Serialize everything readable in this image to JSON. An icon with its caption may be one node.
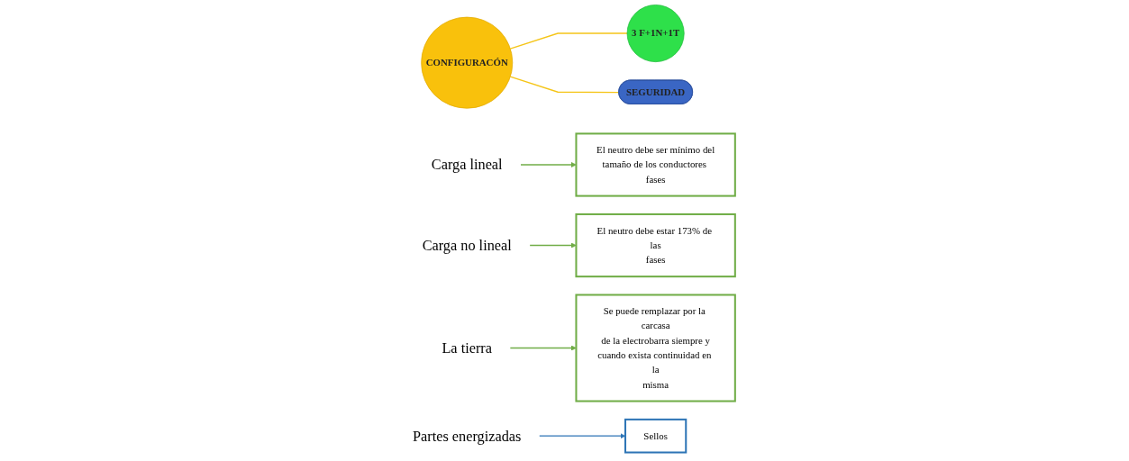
{
  "diagram": {
    "nodes": [
      {
        "text": [
          "CONFIGURACÓN"
        ]
      },
      {
        "text": [
          "3 F+1N+1T"
        ]
      },
      {
        "text": [
          "Carga lineal"
        ]
      },
      {
        "text": [
          "Carga no lineal"
        ]
      },
      {
        "text": [
          "La tierra"
        ]
      },
      {
        "text": [
          "El neutro debe ser mínimo del tamaño de los conductores fases"
        ]
      },
      {
        "text": [
          "El neutro debe estar 173% de las fases"
        ]
      },
      {
        "text": [
          "Se puede remplazar por la carcasa de la electrobarra siempre y cuando exista continuidad en la misma"
        ]
      },
      {
        "text": [
          "SEGURIDAD"
        ]
      },
      {
        "text": [
          "Partes energizadas"
        ]
      },
      {
        "text": [
          "Sellos"
        ]
      }
    ],
    "edges": [
      {
        "from": 0,
        "to": 1,
        "arrow": "none",
        "color": "#f5c518"
      },
      {
        "from": 0,
        "to": 8,
        "arrow": "none",
        "color": "#f5c518"
      },
      {
        "from": 2,
        "to": 5,
        "arrow": "to",
        "color": "#70ad47"
      },
      {
        "from": 3,
        "to": 6,
        "arrow": "to",
        "color": "#70ad47"
      },
      {
        "from": 4,
        "to": 7,
        "arrow": "to",
        "color": "#70ad47"
      },
      {
        "from": 9,
        "to": 10,
        "arrow": "to",
        "color": "#2e75b6"
      }
    ]
  }
}
